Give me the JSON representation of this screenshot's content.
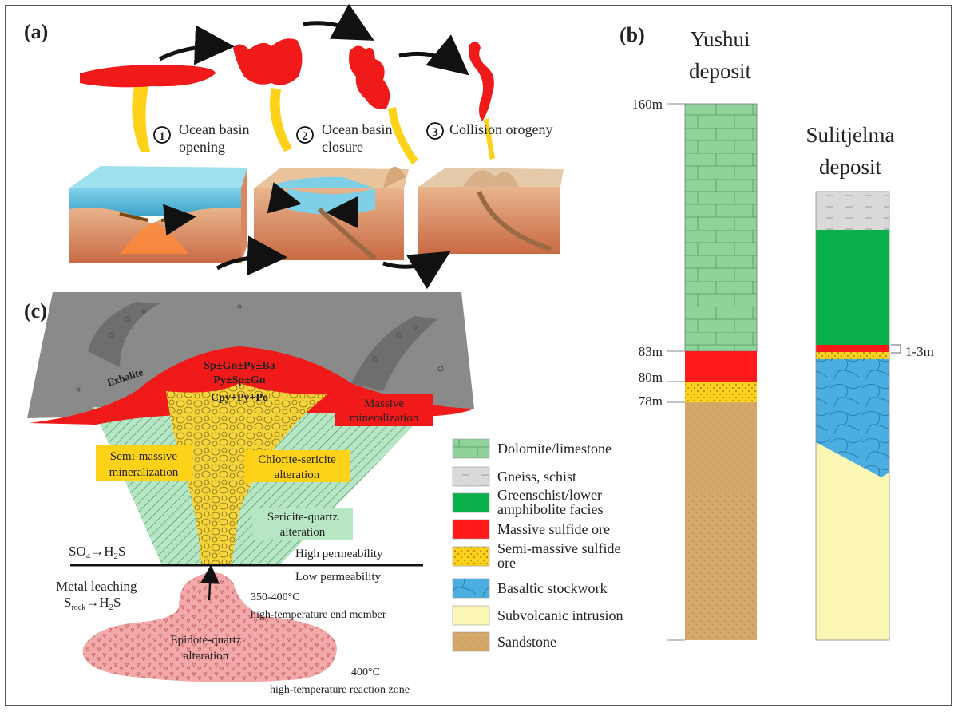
{
  "panel_a": {
    "label": "(a)",
    "stages": [
      {
        "num": "1",
        "line1": "Ocean basin",
        "line2": "opening"
      },
      {
        "num": "2",
        "line1": "Ocean basin",
        "line2": "closure"
      },
      {
        "num": "3",
        "line1": "Collision orogeny",
        "line2": ""
      }
    ]
  },
  "panel_b": {
    "label": "(b)",
    "yushui_title": [
      "Yushui",
      "deposit"
    ],
    "sulitjelma_title": [
      "Sulitjelma",
      "deposit"
    ],
    "depths": [
      "160m",
      "83m",
      "80m",
      "78m"
    ],
    "thickness_note": "1-3m"
  },
  "panel_c": {
    "label": "(c)",
    "exhalite": "Exhalite",
    "minerals": [
      "Sp±Gn±Py±Ba",
      "Py±Sp±Gn",
      "Cpy+Py+Po"
    ],
    "massive_box": [
      "Massive",
      "mineralization"
    ],
    "semi_massive_box": [
      "Semi-massive",
      "mineralization"
    ],
    "chlorite_box": [
      "Chlorite-sericite",
      "alteration"
    ],
    "sericite_box": [
      "Sericite-quartz",
      "alteration"
    ],
    "so4": "SO",
    "so4_sub": "4",
    "so4_arrow": "→H",
    "so4_sub2": "2",
    "so4_end": "S",
    "high_perm": "High permeability",
    "low_perm": "Low permeability",
    "metal_leaching": "Metal leaching",
    "s_rock": "S",
    "s_rock_sub": "rock",
    "s_rock_arrow": "→H",
    "s_rock_sub2": "2",
    "s_rock_end": "S",
    "temp1": "350-400°C",
    "temp1_desc": "high-temperature end member",
    "epidote": [
      "Epidote-quartz",
      "alteration"
    ],
    "temp2": "400°C",
    "temp2_desc": "high-temperature reaction zone"
  },
  "legend": [
    {
      "label": [
        "Dolomite/limestone"
      ],
      "color": "#8fd39a",
      "pattern": "brick"
    },
    {
      "label": [
        "Gneiss, schist"
      ],
      "color": "#d9d9d9",
      "pattern": "dash"
    },
    {
      "label": [
        "Greenschist/lower",
        "amphibolite facies"
      ],
      "color": "#0ab14a",
      "pattern": "none"
    },
    {
      "label": [
        "Massive sulfide ore"
      ],
      "color": "#ff1a1a",
      "pattern": "none"
    },
    {
      "label": [
        "Semi-massive sulfide",
        "ore"
      ],
      "color": "#ffd11a",
      "pattern": "dots"
    },
    {
      "label": [
        "Basaltic stockwork"
      ],
      "color": "#4aaee0",
      "pattern": "cells"
    },
    {
      "label": [
        "Subvolcanic intrusion"
      ],
      "color": "#fbf6b4",
      "pattern": "none"
    },
    {
      "label": [
        "Sandstone"
      ],
      "color": "#d4a869",
      "pattern": "dots"
    }
  ]
}
